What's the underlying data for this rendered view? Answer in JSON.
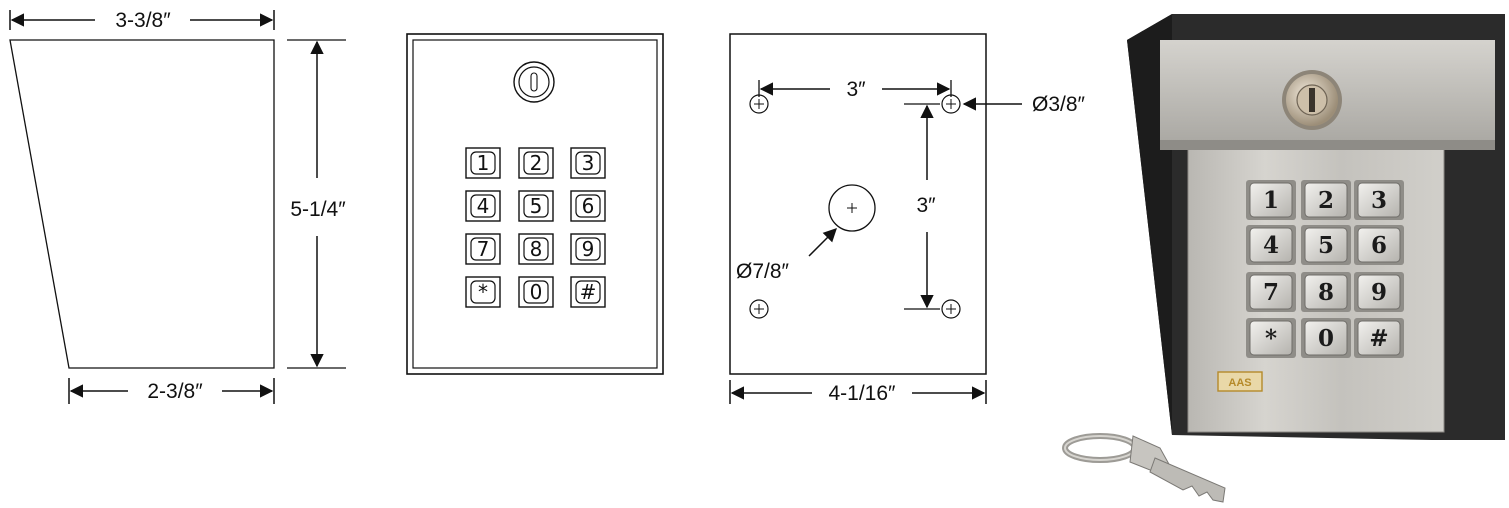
{
  "side_view": {
    "top_width": "3-3/8″",
    "height": "5-1/4″",
    "bottom_width": "2-3/8″"
  },
  "front_view": {
    "keys": [
      "1",
      "2",
      "3",
      "4",
      "5",
      "6",
      "7",
      "8",
      "9",
      "*",
      "0",
      "#"
    ]
  },
  "mounting_view": {
    "hole_spacing_horizontal": "3″",
    "hole_diameter": "Ø3/8″",
    "hole_spacing_vertical": "3″",
    "center_hole_diameter": "Ø7/8″",
    "plate_width": "4-1/16″"
  },
  "product_photo": {
    "keys": [
      "1",
      "2",
      "3",
      "4",
      "5",
      "6",
      "7",
      "8",
      "9",
      "*",
      "0",
      "#"
    ],
    "logo": "AAS",
    "colors": {
      "housing": "#2b2b2b",
      "faceplate": "#c9c7c2",
      "key_cap": "#d9d7d2",
      "logo": "#b58a2a"
    }
  }
}
